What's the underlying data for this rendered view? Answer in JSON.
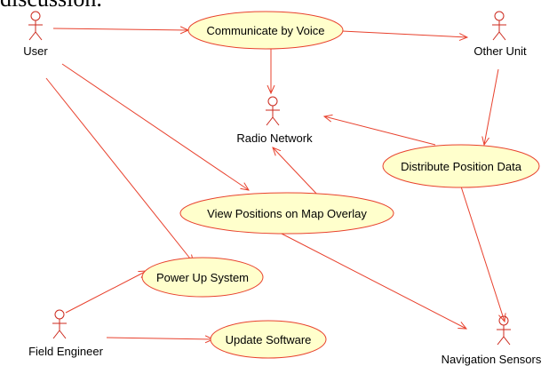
{
  "clipped_heading": "discussion.",
  "actors": {
    "user": "User",
    "other_unit": "Other Unit",
    "radio_network": "Radio Network",
    "field_engineer": "Field Engineer",
    "navigation_sensors": "Navigation Sensors"
  },
  "use_cases": {
    "communicate": "Communicate by Voice",
    "distribute": "Distribute Position Data",
    "view_positions": "View Positions on Map Overlay",
    "power_up": "Power Up System",
    "update_software": "Update Software"
  },
  "colors": {
    "ellipse_fill": "#ffffcc",
    "line": "#e8412d",
    "actor": "#cc2a1e"
  }
}
